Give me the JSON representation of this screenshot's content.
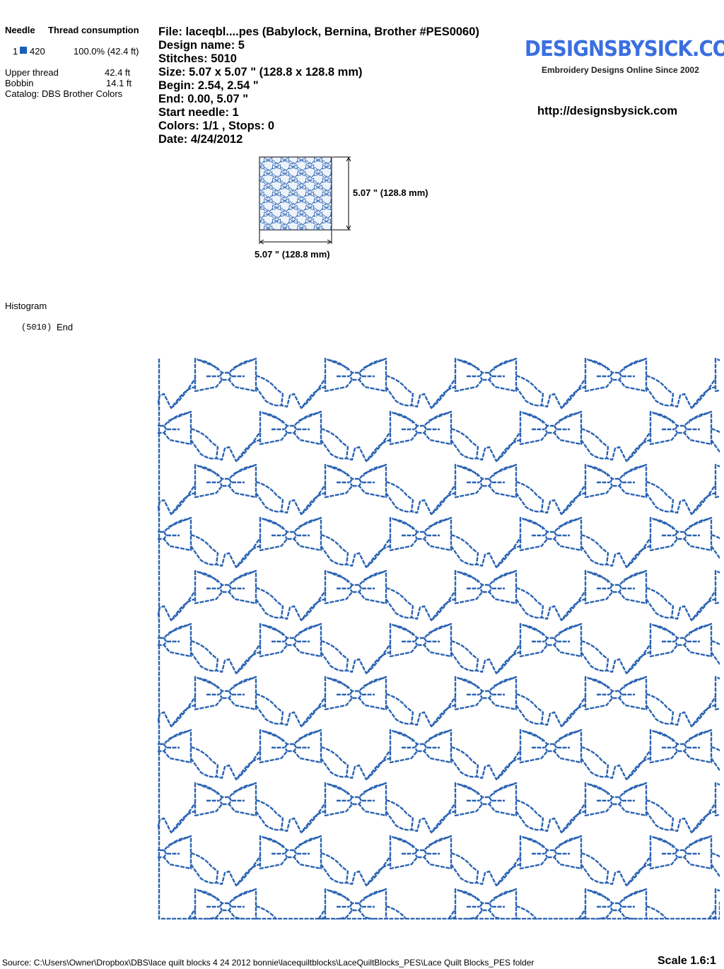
{
  "thread_table": {
    "col_needle": "Needle",
    "col_consumption": "Thread consumption",
    "row": {
      "needle": "1",
      "color_code": "420",
      "color": "#1a5fb4",
      "consumption": "100.0% (42.4 ft)"
    },
    "upper_label": "Upper thread",
    "upper_value": "42.4 ft",
    "bobbin_label": "Bobbin",
    "bobbin_value": "14.1 ft",
    "catalog": "Catalog: DBS Brother Colors"
  },
  "info": [
    "File: laceqbl....pes  (Babylock, Bernina, Brother #PES0060)",
    "Design name: 5",
    "Stitches: 5010",
    "Size: 5.07 x 5.07 \" (128.8 x 128.8 mm)",
    "Begin: 2.54, 2.54 \"",
    "End: 0.00, 5.07 \"",
    "Start needle: 1",
    "Colors: 1/1 , Stops: 0",
    "Date: 4/24/2012"
  ],
  "logo": {
    "name": "DESIGNSBYSICK.COM",
    "tagline": "Embroidery Designs Online Since 2002"
  },
  "url": "http://designsbysick.com",
  "thumb": {
    "height_label": "5.07 \" (128.8 mm)",
    "width_label": "5.07 \" (128.8 mm)"
  },
  "histogram": {
    "title": "Histogram",
    "stitch_count": "(5010)",
    "stop_label": "End"
  },
  "footer": {
    "source": "Source: C:\\Users\\Owner\\Dropbox\\DBS\\lace quilt blocks  4 24 2012  bonnie\\lacequiltblocks\\LaceQuiltBlocks_PES\\Lace Quilt Blocks_PES folder",
    "scale": "Scale 1.6:1"
  },
  "thread_color": "#2a63b3"
}
